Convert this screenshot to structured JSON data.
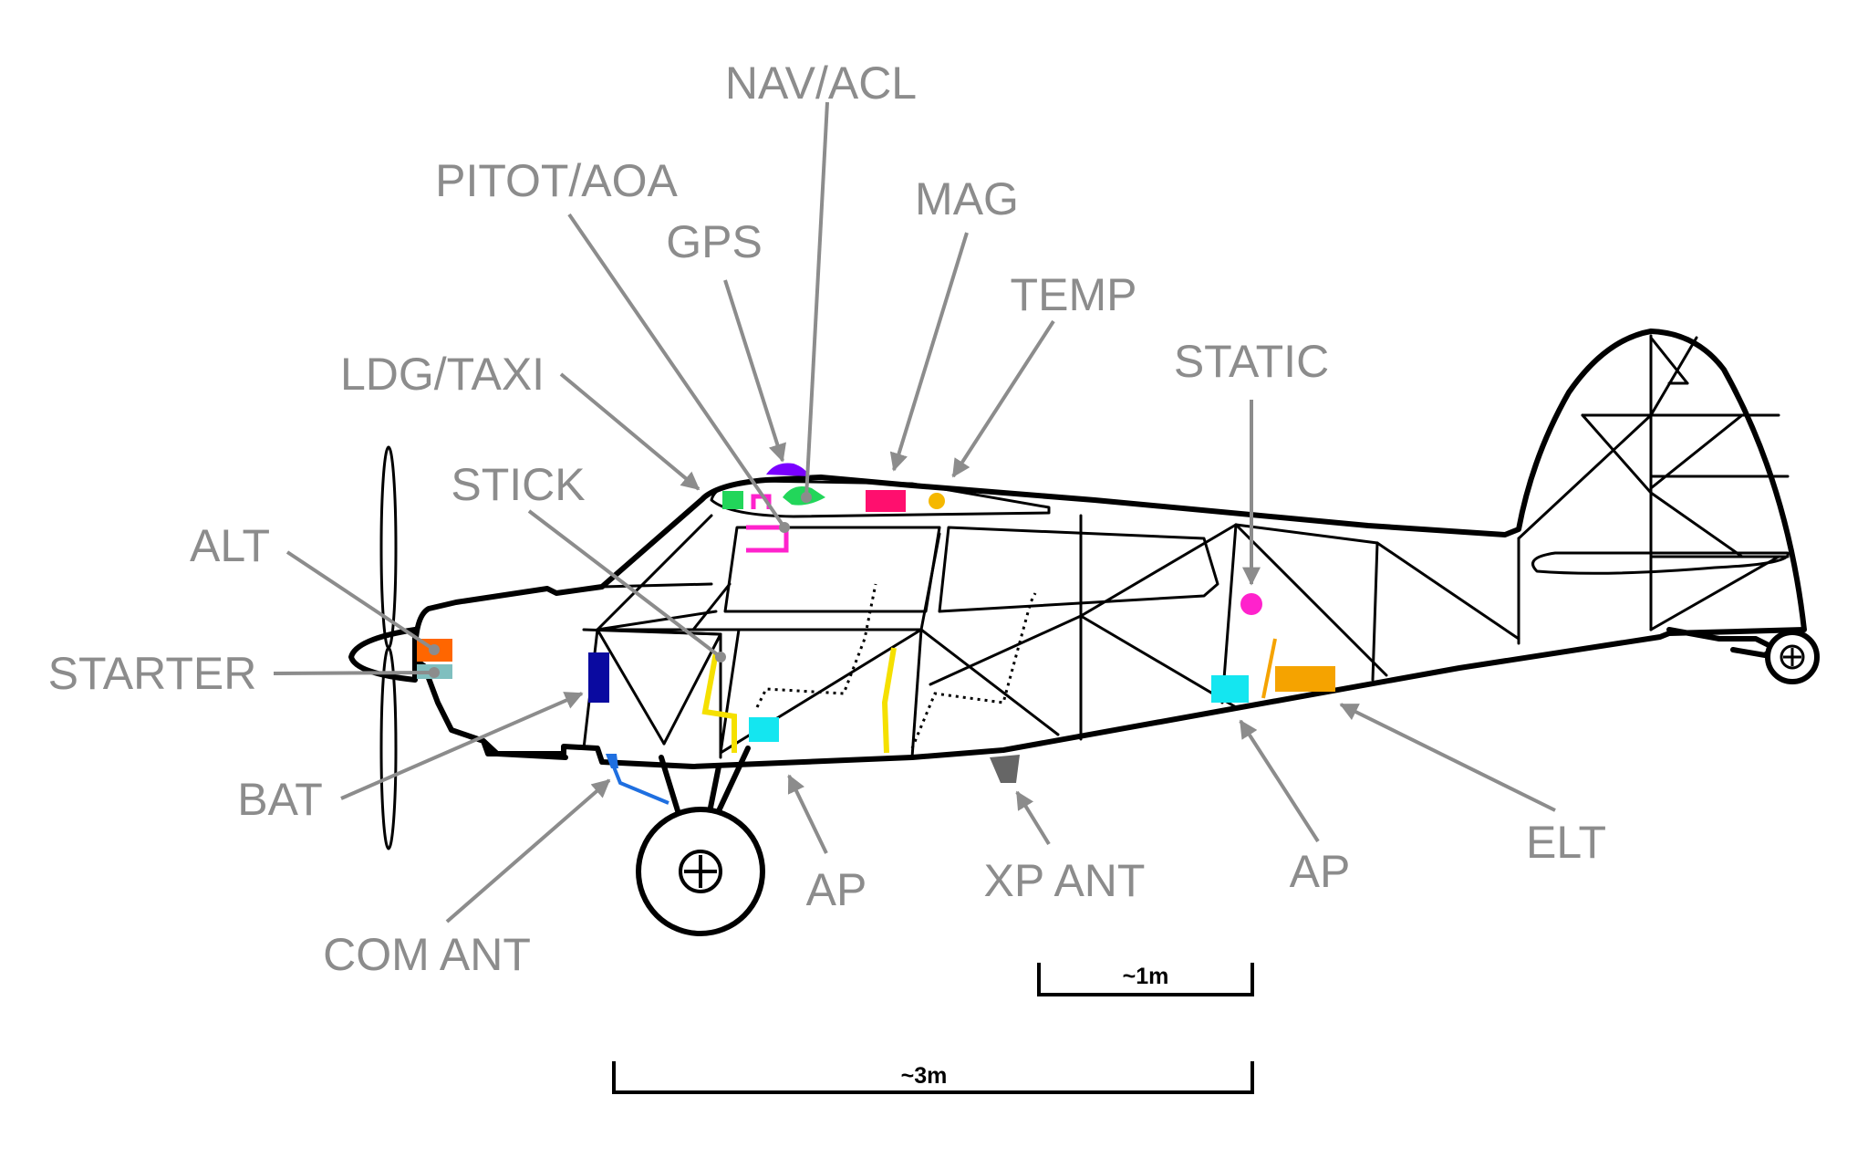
{
  "labels": {
    "nav_acl": "NAV/ACL",
    "pitot_aoa": "PITOT/AOA",
    "gps": "GPS",
    "mag": "MAG",
    "temp": "TEMP",
    "static": "STATIC",
    "ldg_taxi": "LDG/TAXI",
    "stick": "STICK",
    "alt": "ALT",
    "starter": "STARTER",
    "bat": "BAT",
    "com_ant": "COM ANT",
    "ap_front": "AP",
    "xp_ant": "XP ANT",
    "ap_rear": "AP",
    "elt": "ELT"
  },
  "scale_bars": {
    "one_meter": "~1m",
    "three_meter": "~3m"
  },
  "colors": {
    "label_gray": "#8c8c8c",
    "alt": "#ff6600",
    "starter": "#7fbfbf",
    "bat": "#0a0aa0",
    "com_ant": "#1f6fe0",
    "stick": "#f5e000",
    "ap": "#14e6f0",
    "nav_acl": "#7a00ff",
    "gps": "#22d65a",
    "pitot_aoa": "#ff22cc",
    "mag": "#ff0f6e",
    "temp": "#f5b800",
    "static": "#ff22cc",
    "elt": "#f5a300",
    "xp_ant": "#666666"
  }
}
